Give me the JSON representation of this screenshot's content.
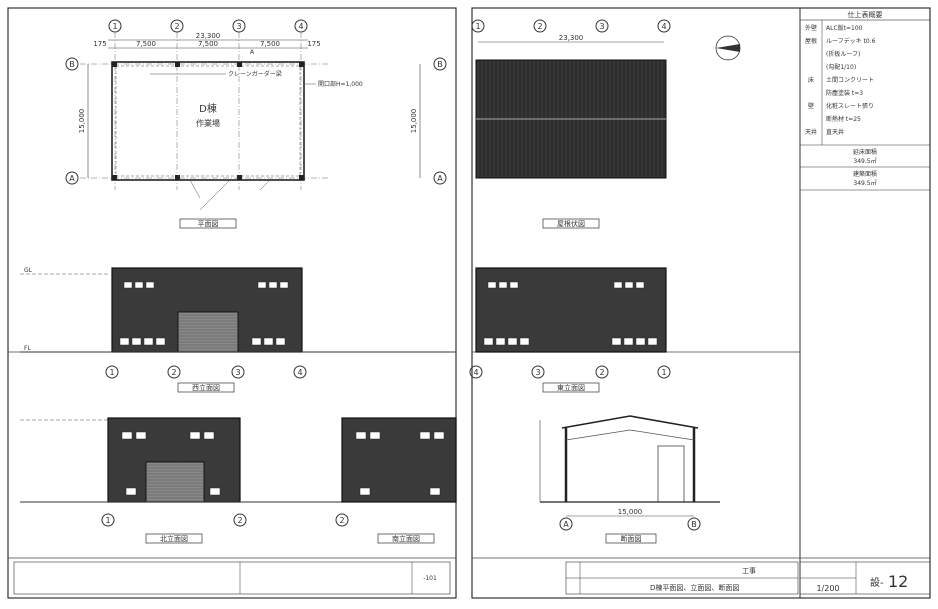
{
  "sheet": {
    "page_number": "12",
    "page_prefix": "設-",
    "scale": "1/200",
    "title_line": "D棟平面図、立面図、断面図",
    "project_suffix": "工事",
    "left_page_ref": "-101"
  },
  "plan": {
    "total_width": "23,300",
    "spans": [
      "7,500",
      "7,500",
      "7,500"
    ],
    "edge_offsets": [
      "175",
      "175"
    ],
    "depth": "15,000",
    "room_code": "D棟",
    "room_use": "作業場",
    "section_mark": "A",
    "note_right": "開口部H=1,000",
    "crane_label": "クレーンガーダー梁",
    "caption": "平面図"
  },
  "roof": {
    "total_width": "23,300",
    "caption": "屋根伏図"
  },
  "section": {
    "width": "15,000",
    "caption": "断面図"
  },
  "elevations": [
    {
      "id": "north",
      "caption": "西立面図"
    },
    {
      "id": "south",
      "caption": "東立面図"
    },
    {
      "id": "east",
      "caption": "北立面図"
    },
    {
      "id": "west",
      "caption": "南立面図"
    }
  ],
  "level_marks": {
    "gl": "GL",
    "fl": "FL"
  },
  "axes": {
    "horizontal": [
      "1",
      "2",
      "3",
      "4"
    ],
    "horizontal_reversed": [
      "4",
      "3",
      "2",
      "1"
    ],
    "vertical": [
      "B",
      "A"
    ]
  },
  "spec_table": {
    "heading": "仕上表概要",
    "rows": [
      {
        "k": "外壁",
        "v": "ALC版t=100"
      },
      {
        "k": "屋根",
        "v": "ルーフデッキ t0.6"
      },
      {
        "k": "",
        "v": "(折板ルーフ)"
      },
      {
        "k": "",
        "v": "(勾配1/10)"
      },
      {
        "k": "床",
        "v": "土間コンクリート"
      },
      {
        "k": "",
        "v": "防塵塗装 t=3"
      },
      {
        "k": "壁",
        "v": "化粧スレート張り"
      },
      {
        "k": "",
        "v": "断熱材 t=25"
      },
      {
        "k": "天井",
        "v": "直天井"
      }
    ],
    "area1_label": "延床面積",
    "area1": "349.5㎡",
    "area2_label": "建築面積",
    "area2": "349.5㎡"
  },
  "colors": {
    "line": "#333333",
    "hatch": "#2b2b2b",
    "paper": "#ffffff"
  }
}
